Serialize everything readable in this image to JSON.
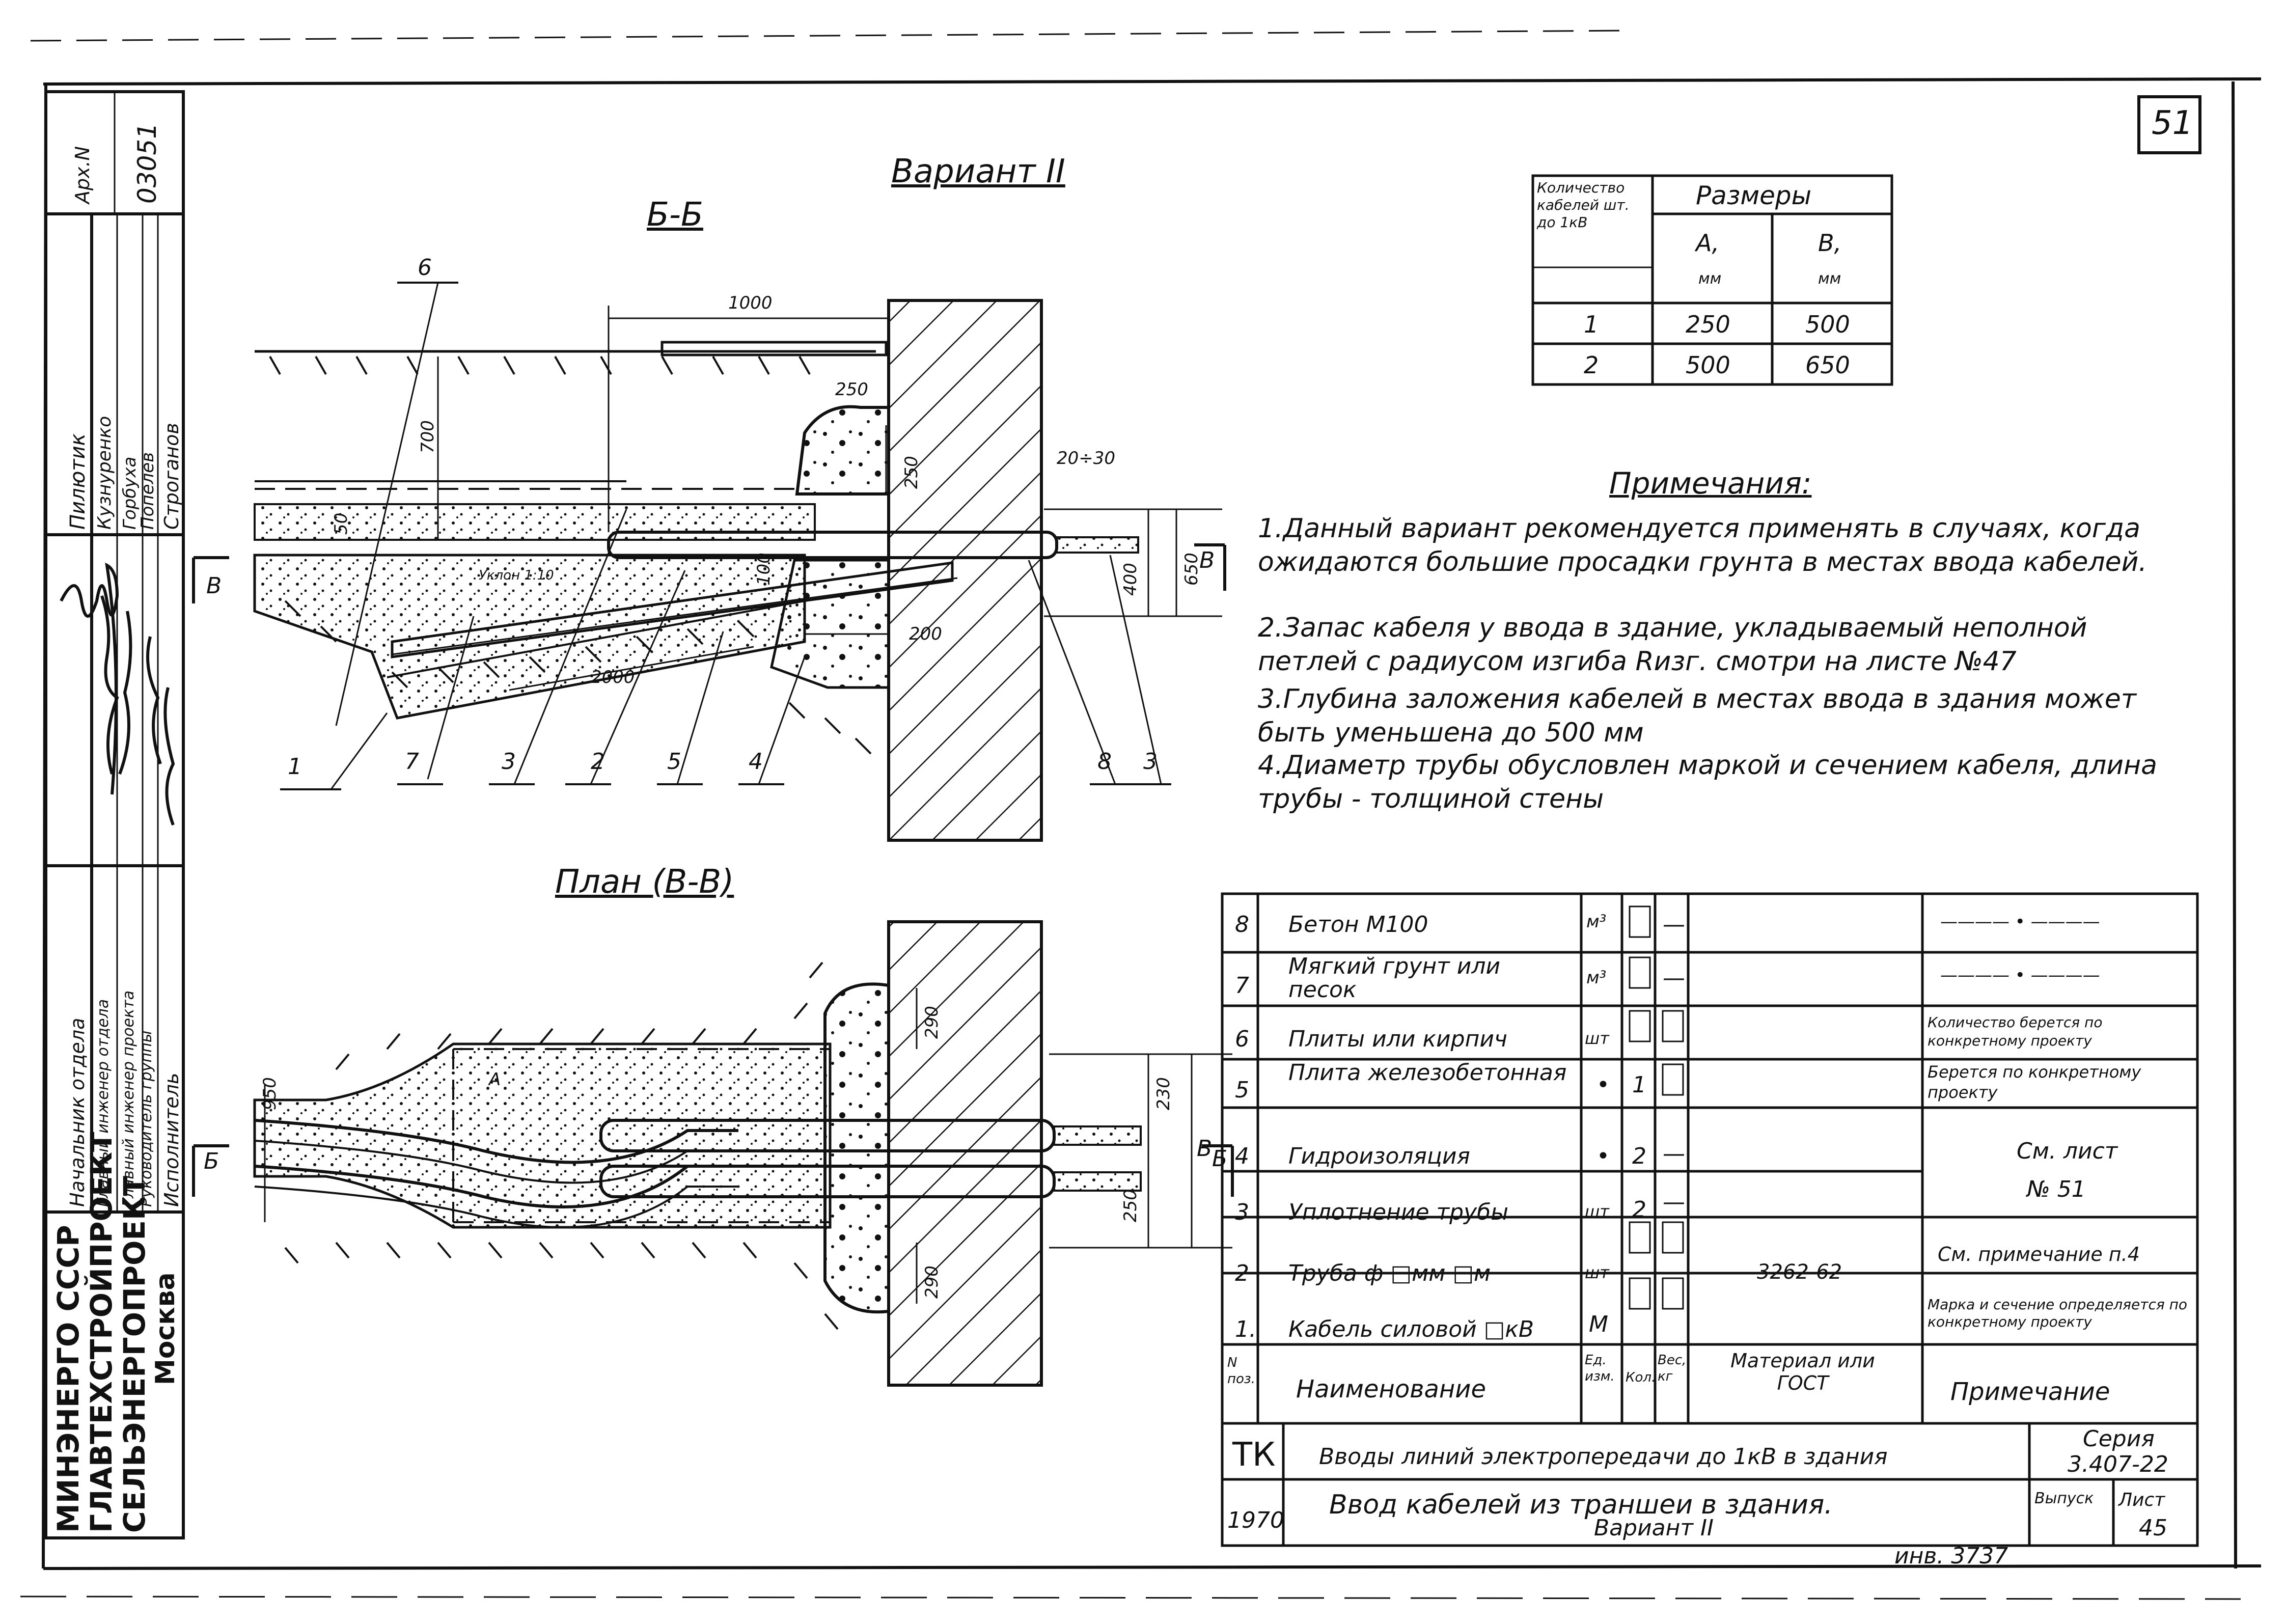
{
  "sheet": {
    "page_no": "51",
    "variant_title": "Вариант II",
    "section_title": "Б-Б",
    "plan_title": "План (В-В)"
  },
  "section_dims": {
    "d1000": "1000",
    "d250a": "250",
    "d250b": "250",
    "d700": "700",
    "d20_30": "20÷30",
    "d650": "650",
    "d400": "400",
    "d200": "200",
    "d2000": "2000",
    "d50": "50",
    "slope": "Уклон 1:10",
    "d100": "100",
    "mark_B_left": "В",
    "mark_B_right": "В"
  },
  "section_callouts": [
    "6",
    "1",
    "7",
    "3",
    "2",
    "5",
    "4",
    "8",
    "3"
  ],
  "plan_dims": {
    "d950": "950",
    "d290a": "290",
    "d230": "230",
    "d250": "250",
    "d290b": "290",
    "dA": "А",
    "dB": "В",
    "mark_B_left": "Б",
    "mark_B_right": "Б"
  },
  "dim_table": {
    "header_left": "Количество кабелей шт. до 1кВ",
    "header_main": "Размеры",
    "col_A": "А,",
    "col_B": "В,",
    "unit": "мм",
    "rows": [
      {
        "n": "1",
        "A": "250",
        "B": "500"
      },
      {
        "n": "2",
        "A": "500",
        "B": "650"
      }
    ]
  },
  "notes": {
    "title": "Примечания:",
    "items": [
      "1.Данный вариант рекомендуется применять в случаях, когда ожидаются большие просадки грунта в местах ввода кабелей.",
      "2.Запас кабеля у ввода в здание, укладываемый неполной петлей с радиусом изгиба Rизг. смотри на листе №47",
      "3.Глубина заложения кабелей в местах ввода в здания может быть уменьшена до 500 мм",
      "4.Диаметр трубы обусловлен маркой и сечением кабеля, длина трубы - толщиной стены"
    ]
  },
  "spec": {
    "rows": [
      {
        "pos": "8",
        "name": "Бетон М100",
        "unit": "м³",
        "qty": "",
        "wt": "—",
        "mat": "",
        "note": "———— • ————"
      },
      {
        "pos": "7",
        "name": "Мягкий грунт или песок",
        "unit": "м³",
        "qty": "",
        "wt": "—",
        "mat": "",
        "note": "———— • ————"
      },
      {
        "pos": "6",
        "name": "Плиты или кирпич",
        "unit": "шт",
        "qty": "",
        "wt": "",
        "mat": "",
        "note": "Количество берется по конкретному проекту"
      },
      {
        "pos": "5",
        "name": "Плита железобетонная",
        "unit": "•",
        "qty": "1",
        "wt": "",
        "mat": "",
        "note": "Берется по конкретному проекту"
      },
      {
        "pos": "4",
        "name": "Гидроизоляция",
        "unit": "•",
        "qty": "2",
        "wt": "—",
        "mat": "",
        "note": "См. лист"
      },
      {
        "pos": "3",
        "name": "Уплотнение трубы",
        "unit": "шт",
        "qty": "2",
        "wt": "—",
        "mat": "",
        "note": "№ 51"
      },
      {
        "pos": "2",
        "name": "Труба ф □мм □м",
        "unit": "шт",
        "qty": "",
        "wt": "",
        "mat": "3262-62",
        "note": "См. примечание п.4"
      },
      {
        "pos": "1.",
        "name": "Кабель силовой □кВ",
        "unit": "М",
        "qty": "",
        "wt": "",
        "mat": "",
        "note": "Марка и сечение определяется по конкретному проекту"
      }
    ],
    "header": {
      "pos": "N поз.",
      "name": "Наименование",
      "unit": "Ед. изм.",
      "qty": "Кол.",
      "wt": "Вес, кг",
      "mat": "Материал или ГОСТ",
      "note": "Примечание"
    }
  },
  "title_block": {
    "tk": "ТК",
    "year": "1970",
    "series_label": "Серия",
    "series_value": "3.407-22",
    "title_line1": "Вводы линий электропередачи до 1кВ в здания",
    "title_line2": "Ввод кабелей из траншеи в здания.",
    "title_line3": "Вариант II",
    "issue_label": "Выпуск",
    "sheet_label": "Лист",
    "sheet_value": "45",
    "inv": "инв. 3737"
  },
  "left_block": {
    "org1": "МИНЭНЕРГО СССР",
    "org2": "ГЛАВТЕХСТРОЙПРОЕКТ",
    "org3": "СЕЛЬЭНЕРГОПРОЕКТ",
    "org4": "Москва",
    "roles": [
      "Начальник отдела",
      "Главный инженер отдела",
      "Главный инженер проекта",
      "Руководитель группы",
      "Исполнитель"
    ],
    "names": [
      "Пилютик",
      "Кузнуренко",
      "Горбуха",
      "Попелев",
      "Строганов"
    ],
    "arch_label": "Арх.N",
    "arch_value": "03051"
  }
}
